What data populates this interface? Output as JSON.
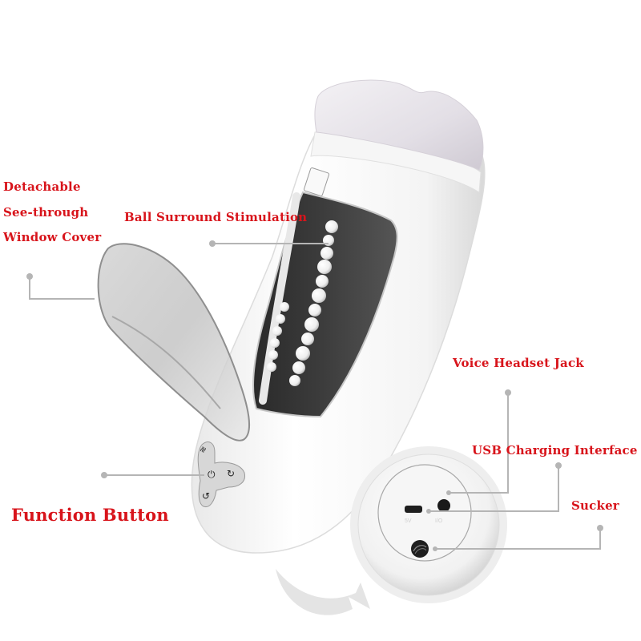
{
  "diagram": {
    "type": "product-feature-callout",
    "background": "#ffffff",
    "label_color": "#d8141b",
    "leader_color": "#b5b5b5",
    "labels": {
      "window_cover": [
        "Detachable",
        "See-through",
        "Window Cover"
      ],
      "ball_surround": "Ball Surround Stimulation",
      "function_button": "Function Button",
      "voice_jack": "Voice Headset Jack",
      "usb": "USB Charging Interface",
      "sucker": "Sucker"
    },
    "components": [
      {
        "id": "window-cover",
        "name": "Detachable See-through Window Cover"
      },
      {
        "id": "ball-surround",
        "name": "Ball Surround Stimulation"
      },
      {
        "id": "function-button",
        "name": "Function Button",
        "icons": [
          "vibration-icon",
          "power-icon",
          "rotate-cw-icon",
          "rotate-ccw-icon"
        ]
      },
      {
        "id": "voice-jack",
        "name": "Voice Headset Jack"
      },
      {
        "id": "usb-port",
        "name": "USB Charging Interface"
      },
      {
        "id": "sucker",
        "name": "Sucker"
      }
    ]
  }
}
